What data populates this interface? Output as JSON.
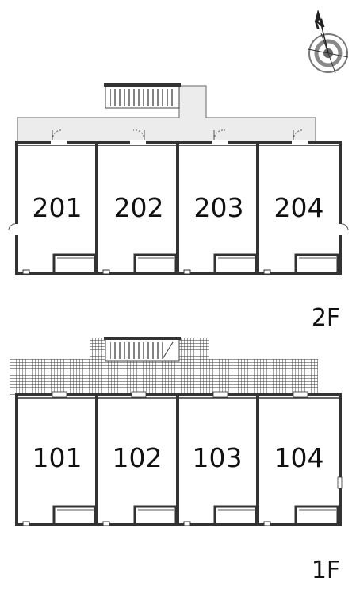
{
  "compass": {
    "north_label": "N",
    "icon": "compass-rose-icon"
  },
  "floors": [
    {
      "label": "2F",
      "units": [
        "201",
        "202",
        "203",
        "204"
      ]
    },
    {
      "label": "1F",
      "units": [
        "101",
        "102",
        "103",
        "104"
      ]
    }
  ]
}
